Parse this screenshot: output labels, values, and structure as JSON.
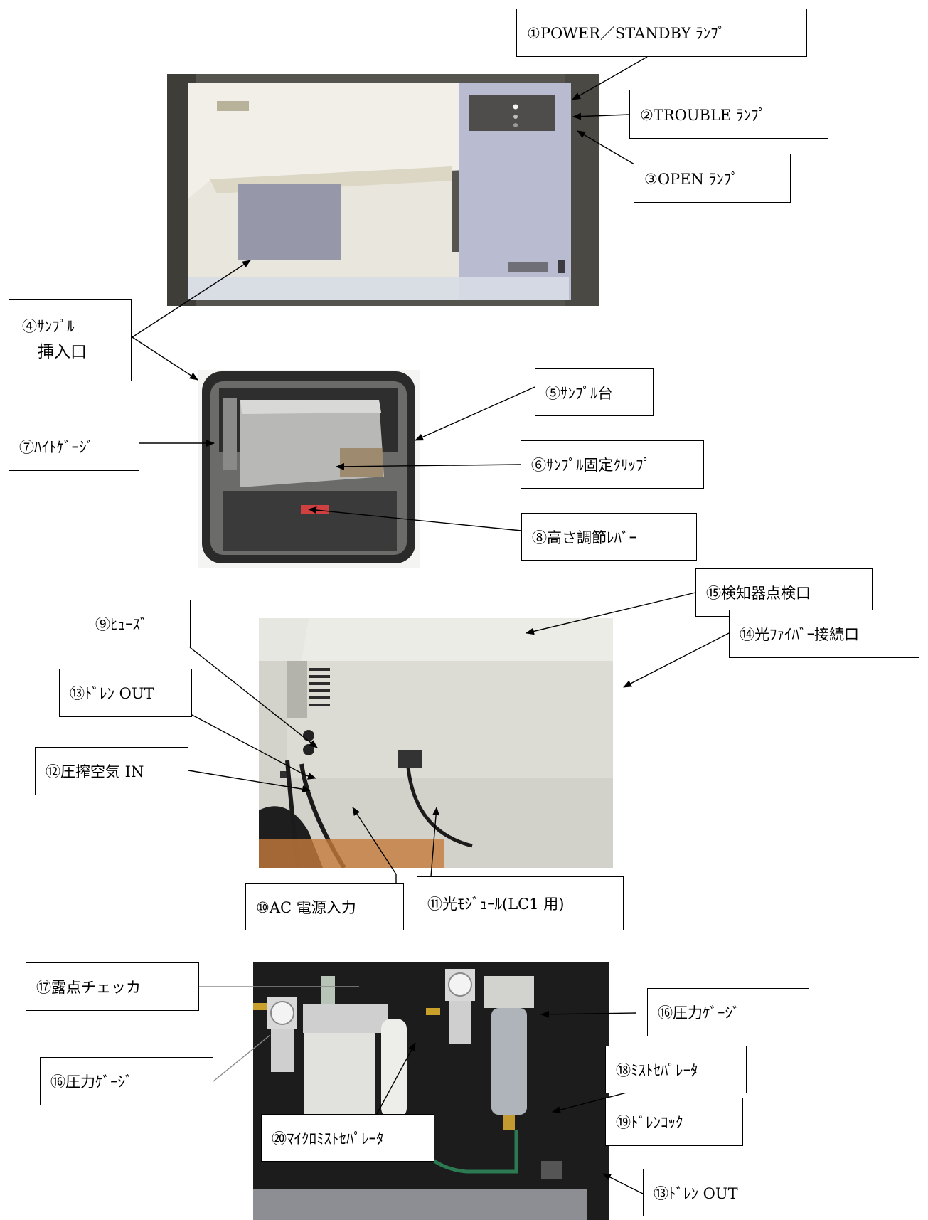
{
  "callouts": {
    "c1": "①POWER／STANDBY ﾗﾝﾌﾟ",
    "c2": "②TROUBLE ﾗﾝﾌﾟ",
    "c3": "③OPEN ﾗﾝﾌﾟ",
    "c4_line1": "④ｻﾝﾌﾟﾙ",
    "c4_line2": "挿入口",
    "c5": "⑤ｻﾝﾌﾟﾙ台",
    "c6": "⑥ｻﾝﾌﾟﾙ固定ｸﾘｯﾌﾟ",
    "c7": "⑦ﾊｲﾄｹﾞｰｼﾞ",
    "c8": "⑧高さ調節ﾚﾊﾞｰ",
    "c9": "⑨ﾋｭｰｽﾞ",
    "c10": "⑩AC 電源入力",
    "c11": "⑪光ﾓｼﾞｭｰﾙ(LC1 用)",
    "c12": "⑫圧搾空気 IN",
    "c13a": "⑬ﾄﾞﾚﾝ OUT",
    "c13b": "⑬ﾄﾞﾚﾝ OUT",
    "c14": "⑭光ﾌｧｲﾊﾞｰ接続口",
    "c15": "⑮検知器点検口",
    "c16a": "⑯圧力ｹﾞｰｼﾞ",
    "c16b": "⑯圧力ｹﾞｰｼﾞ",
    "c17": "⑰露点チェッカ",
    "c18": "⑱ﾐｽﾄｾﾊﾟﾚｰﾀ",
    "c19": "⑲ﾄﾞﾚﾝｺｯｸ",
    "c20": "⑳ﾏｲｸﾛﾐｽﾄｾﾊﾟﾚｰﾀ"
  }
}
